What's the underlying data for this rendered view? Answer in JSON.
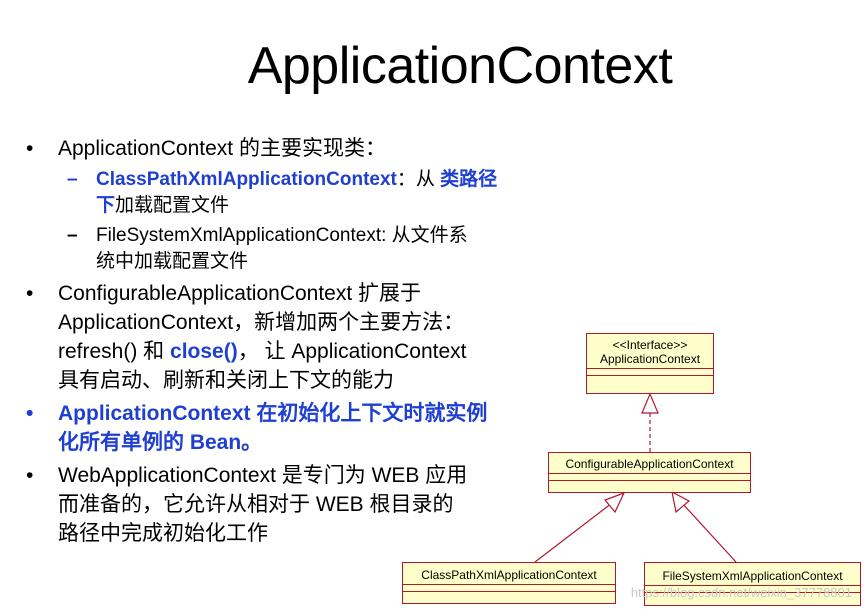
{
  "title": "ApplicationContext",
  "bullets": [
    {
      "marker": "•",
      "text": "ApplicationContext 的主要实现类："
    },
    {
      "marker": "–",
      "parts": [
        "ClassPathXmlApplicationContext",
        "：从 ",
        "类路径",
        "下",
        "加载配置文件"
      ]
    },
    {
      "marker": "–",
      "parts": [
        "FileSystemXmlApplicationContext: 从文件系",
        "统中加载配置文件"
      ]
    },
    {
      "marker": "•",
      "parts": [
        "ConfigurableApplicationContext 扩展于",
        "ApplicationContext，新增加两个主要方法：",
        "refresh() 和 ",
        "close()",
        "， 让 ApplicationContext",
        "具有启动、刷新和关闭上下文的能力"
      ]
    },
    {
      "marker": "•",
      "parts": [
        "ApplicationContext 在初始化上下文时就实例",
        "化所有单例的 Bean。"
      ]
    },
    {
      "marker": "•",
      "parts": [
        "WebApplicationContext 是专门为 WEB 应用",
        "而准备的，它允许从相对于 WEB 根目录的",
        "路径中完成初始化工作"
      ]
    }
  ],
  "diagram": {
    "interface": {
      "stereotype": "<<Interface>>",
      "name": "ApplicationContext"
    },
    "configurable": {
      "name": "ConfigurableApplicationContext"
    },
    "classpath": {
      "name": "ClassPathXmlApplicationContext"
    },
    "filesystem": {
      "name": "FileSystemXmlApplicationContext"
    }
  },
  "watermark": "https://blog.csdn.net/weixin_37778801",
  "colors": {
    "accent_blue": "#1f3fd1",
    "uml_border": "#b0182e",
    "uml_fill": "#ffffcc"
  }
}
